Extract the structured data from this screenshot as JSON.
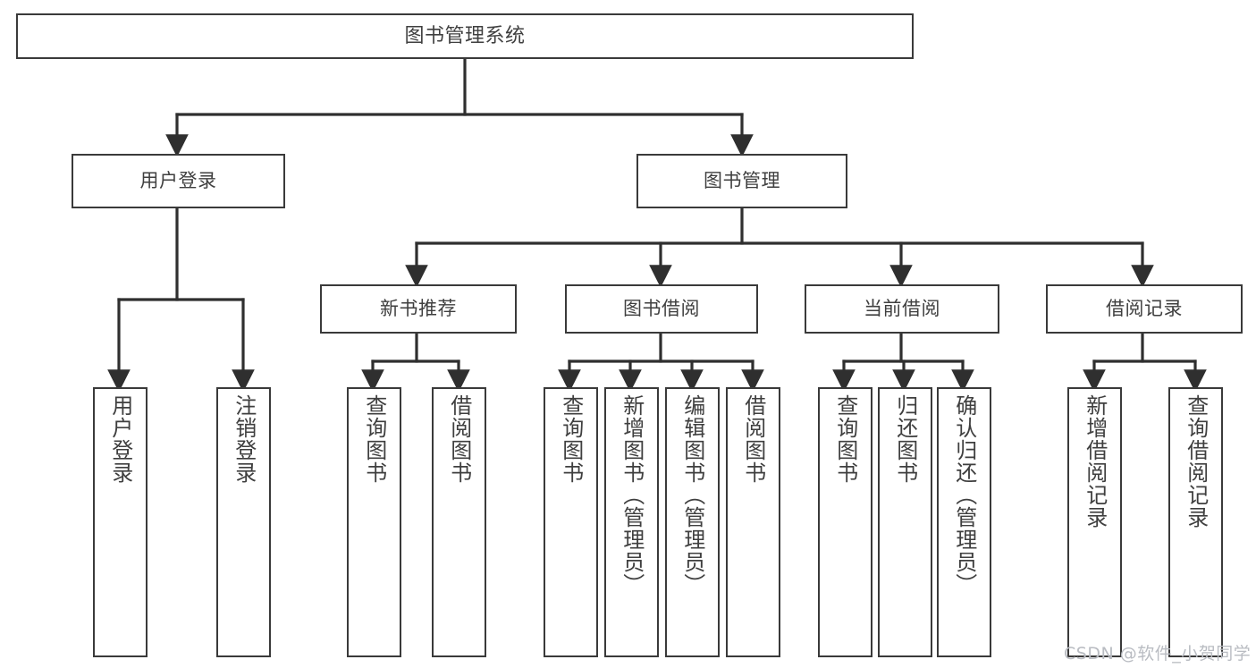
{
  "diagram": {
    "title": "图书管理系统",
    "type": "tree-hierarchy-chart",
    "orientation": "top-down",
    "colors": {
      "background": "#ffffff",
      "node_border": "#3a3a3a",
      "node_fill": "#ffffff",
      "text": "#3f3f3f",
      "connector": "#2f2f2f",
      "watermark": "#b9bcc2"
    },
    "watermark": "CSDN @软件_小贺同学",
    "nodes": {
      "root": {
        "label": "图书管理系统"
      },
      "level1": [
        {
          "label": "用户登录"
        },
        {
          "label": "图书管理"
        }
      ],
      "level2": [
        {
          "label": "新书推荐"
        },
        {
          "label": "图书借阅"
        },
        {
          "label": "当前借阅"
        },
        {
          "label": "借阅记录"
        }
      ],
      "leaves": {
        "user_login": [
          {
            "label": "用户登录"
          },
          {
            "label": "注销登录"
          }
        ],
        "new_book_recommend": [
          {
            "label": "查询图书"
          },
          {
            "label": "借阅图书"
          }
        ],
        "book_borrow": [
          {
            "label": "查询图书"
          },
          {
            "label": "新增图书（管理员）"
          },
          {
            "label": "编辑图书（管理员）"
          },
          {
            "label": "借阅图书"
          }
        ],
        "current_borrow": [
          {
            "label": "查询图书"
          },
          {
            "label": "归还图书"
          },
          {
            "label": "确认归还（管理员）"
          }
        ],
        "borrow_record": [
          {
            "label": "新增借阅记录"
          },
          {
            "label": "查询借阅记录"
          }
        ]
      }
    }
  }
}
